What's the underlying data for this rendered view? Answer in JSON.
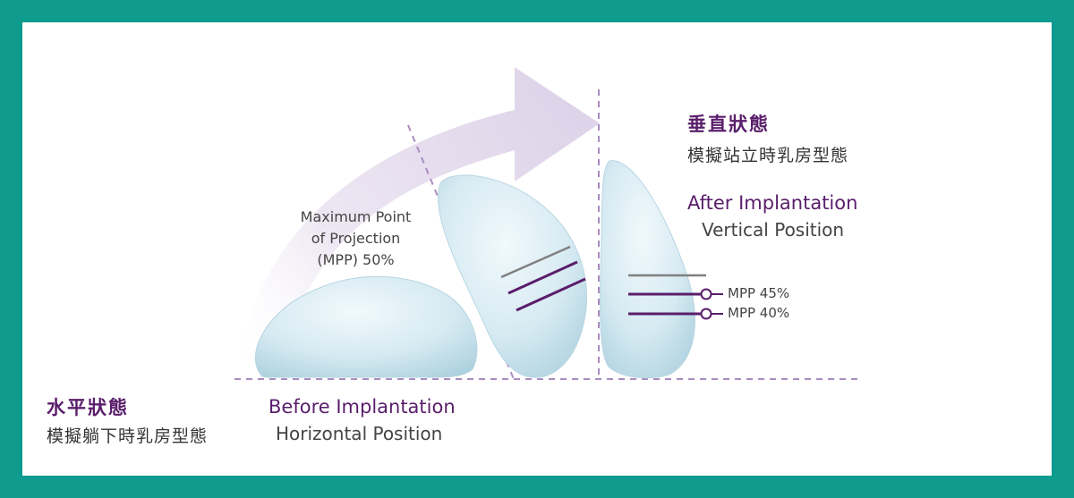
{
  "colors": {
    "frame": "#0f9b8e",
    "panel": "#ffffff",
    "purple": "#5a1e6b",
    "arrow": "#e4dcee",
    "implant": "#d3e9f1",
    "grey_line": "#808080",
    "dashed": "#a98cc0"
  },
  "horizontal": {
    "title_cn": "水平狀態",
    "subtitle_cn": "模擬躺下時乳房型態",
    "title_en": "Before Implantation",
    "subtitle_en": "Horizontal Position"
  },
  "vertical": {
    "title_cn": "垂直狀態",
    "subtitle_cn": "模擬站立時乳房型態",
    "title_en": "After Implantation",
    "subtitle_en": "Vertical Position"
  },
  "mpp_label": {
    "line1": "Maximum Point",
    "line2": "of Projection",
    "line3": "(MPP) 50%"
  },
  "mpp_markers": [
    {
      "label": "MPP 45%"
    },
    {
      "label": "MPP 40%"
    }
  ]
}
